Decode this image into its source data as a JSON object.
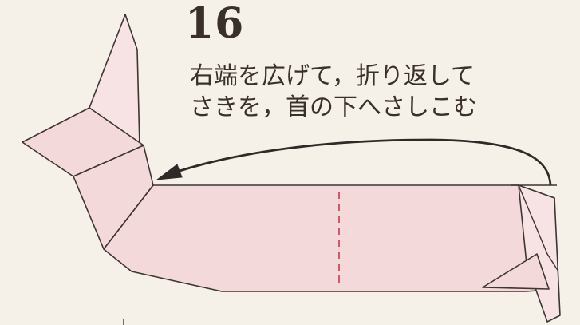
{
  "step": {
    "number": "16"
  },
  "instruction": {
    "line1": "右端を広げて，折り返して",
    "line2": "さきを，首の下へさしこむ"
  },
  "colors": {
    "background": "#f6f1e8",
    "paper": "#f3d9da",
    "outline": "#3f3434",
    "valley_fold": "#d2566a",
    "arrow": "#2f2a28",
    "text": "#3a302a"
  }
}
